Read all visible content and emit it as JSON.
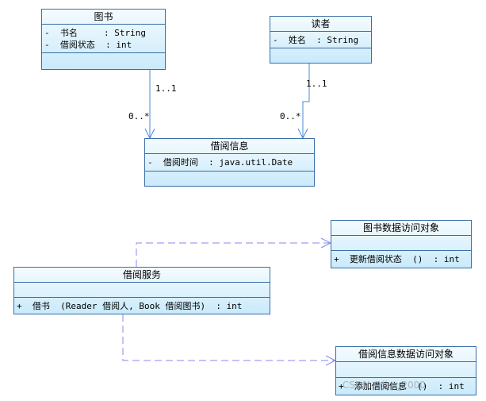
{
  "classes": {
    "book": {
      "name": "图书",
      "attrs": [
        "-  书名     : String",
        "-  借阅状态  : int"
      ]
    },
    "reader": {
      "name": "读者",
      "attrs": [
        "-  姓名  : String"
      ]
    },
    "borrow_info": {
      "name": "借阅信息",
      "attrs": [
        "-  借阅时间  : java.util.Date"
      ]
    },
    "book_dao": {
      "name": "图书数据访问对象",
      "ops": [
        "+  更新借阅状态  ()  : int"
      ]
    },
    "borrow_service": {
      "name": "借阅服务",
      "ops": [
        "+  借书  (Reader 借阅人, Book 借阅图书)  : int"
      ]
    },
    "borrow_info_dao": {
      "name": "借阅信息数据访问对象",
      "ops": [
        "+  添加借阅信息  ()  : int"
      ]
    }
  },
  "associations": {
    "book_to_info": {
      "source_mult": "1..1",
      "target_mult": "0..*"
    },
    "reader_to_info": {
      "source_mult": "1..1",
      "target_mult": "0..*"
    }
  },
  "colors": {
    "border": "#3a6ea5",
    "fill_top": "#f4fbff",
    "fill_bottom": "#c9eafb",
    "dependency": "#8a8aee",
    "association": "#4a8ad8"
  },
  "watermark": "CSDN @jim_2000"
}
